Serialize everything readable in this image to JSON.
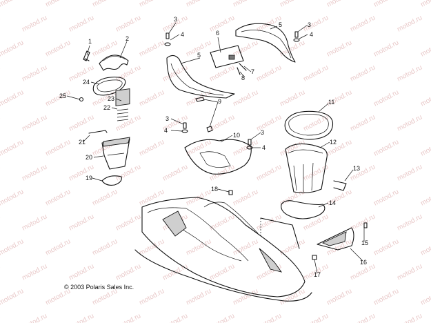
{
  "watermark": "motod.ru",
  "copyright": "© 2003 Polaris Sales Inc.",
  "callouts": [
    {
      "label": "1"
    },
    {
      "label": "2"
    },
    {
      "label": "3"
    },
    {
      "label": "4"
    },
    {
      "label": "5"
    },
    {
      "label": "6"
    },
    {
      "label": "7"
    },
    {
      "label": "8"
    },
    {
      "label": "3"
    },
    {
      "label": "4"
    },
    {
      "label": "5"
    },
    {
      "label": "24"
    },
    {
      "label": "23"
    },
    {
      "label": "25"
    },
    {
      "label": "22"
    },
    {
      "label": "9"
    },
    {
      "label": "3"
    },
    {
      "label": "4"
    },
    {
      "label": "10"
    },
    {
      "label": "3"
    },
    {
      "label": "4"
    },
    {
      "label": "11"
    },
    {
      "label": "21"
    },
    {
      "label": "20"
    },
    {
      "label": "12"
    },
    {
      "label": "13"
    },
    {
      "label": "19"
    },
    {
      "label": "18"
    },
    {
      "label": "14"
    },
    {
      "label": "15"
    },
    {
      "label": "16"
    },
    {
      "label": "17"
    }
  ]
}
